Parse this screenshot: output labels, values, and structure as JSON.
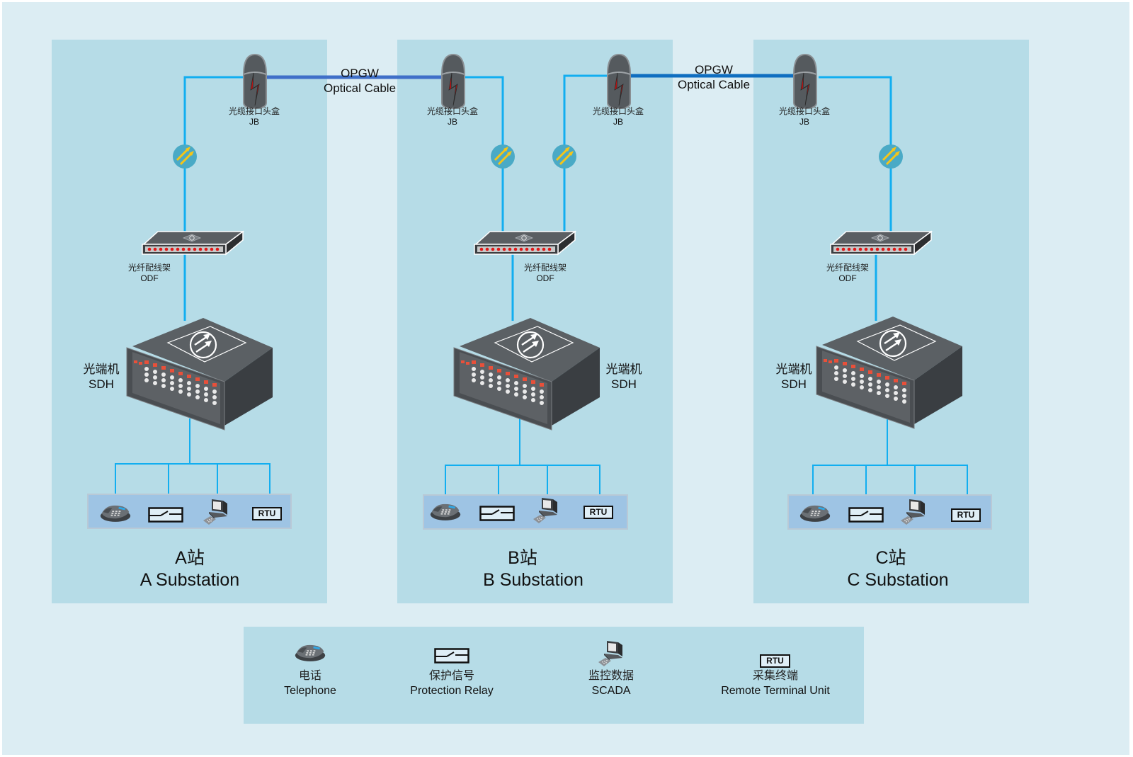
{
  "diagram": {
    "title": "OPGW Optical Communication Network for Substations",
    "colors": {
      "background": "#dcedf3",
      "panel": "#b6dce7",
      "fiber_line": "#12aef0",
      "opgw_cable_ab": "#3f6fc8",
      "opgw_cable_bc": "#0f6ec0",
      "device_bar": "#9ec4e4",
      "joint_box": "#555a5e",
      "lightning": "#d01010",
      "splice_circle": "#4aaac6",
      "splice_arrows": "#f5c518"
    },
    "cables": [
      {
        "id": "ab",
        "label_line1": "OPGW",
        "label_line2": "Optical Cable"
      },
      {
        "id": "bc",
        "label_line1": "OPGW",
        "label_line2": "Optical Cable"
      }
    ],
    "components": {
      "joint_box": {
        "zh": "光缆接口头盒",
        "en": "JB"
      },
      "odf": {
        "zh": "光纤配线架",
        "en": "ODF"
      },
      "sdh": {
        "zh": "光端机",
        "en": "SDH"
      },
      "rtu_badge": "RTU"
    },
    "stations": [
      {
        "id": "A",
        "zh": "A站",
        "en": "A Substation"
      },
      {
        "id": "B",
        "zh": "B站",
        "en": "B Substation"
      },
      {
        "id": "C",
        "zh": "C站",
        "en": "C Substation"
      }
    ],
    "legend": [
      {
        "icon": "telephone-icon",
        "zh": "电话",
        "en": "Telephone"
      },
      {
        "icon": "protection-relay-icon",
        "zh": "保护信号",
        "en": "Protection Relay"
      },
      {
        "icon": "scada-computer-icon",
        "zh": "监控数据",
        "en": "SCADA"
      },
      {
        "icon": "rtu-icon",
        "zh": "采集终端",
        "en": "Remote Terminal Unit",
        "badge": "RTU"
      }
    ]
  }
}
